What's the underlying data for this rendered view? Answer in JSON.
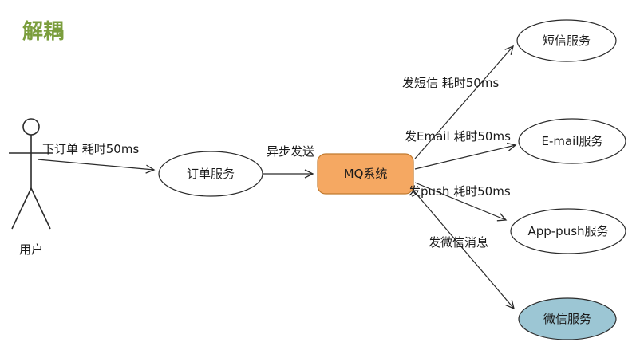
{
  "title": "解耦",
  "actor": {
    "label": "用户"
  },
  "nodes": {
    "order_service": {
      "label": "订单服务"
    },
    "mq_system": {
      "label": "MQ系统"
    },
    "sms_service": {
      "label": "短信服务"
    },
    "email_service": {
      "label": "E-mail服务"
    },
    "app_push_service": {
      "label": "App-push服务"
    },
    "wechat_service": {
      "label": "微信服务"
    }
  },
  "edges": {
    "place_order": {
      "label": "下订单 耗时50ms",
      "from": "用户",
      "to": "订单服务"
    },
    "async_send": {
      "label": "异步发送",
      "from": "订单服务",
      "to": "MQ系统"
    },
    "send_sms": {
      "label": "发短信 耗时50ms",
      "from": "MQ系统",
      "to": "短信服务"
    },
    "send_email": {
      "label": "发Email 耗时50ms",
      "from": "MQ系统",
      "to": "E-mail服务"
    },
    "send_push": {
      "label": "发push 耗时50ms",
      "from": "MQ系统",
      "to": "App-push服务"
    },
    "send_wechat": {
      "label": "发微信消息",
      "from": "MQ系统",
      "to": "微信服务"
    }
  },
  "colors": {
    "title": "#7b9e3d",
    "mq_fill": "#f5a862",
    "wechat_fill": "#9cc6d4",
    "node_fill": "#ffffff",
    "line": "#2b2b2b"
  }
}
